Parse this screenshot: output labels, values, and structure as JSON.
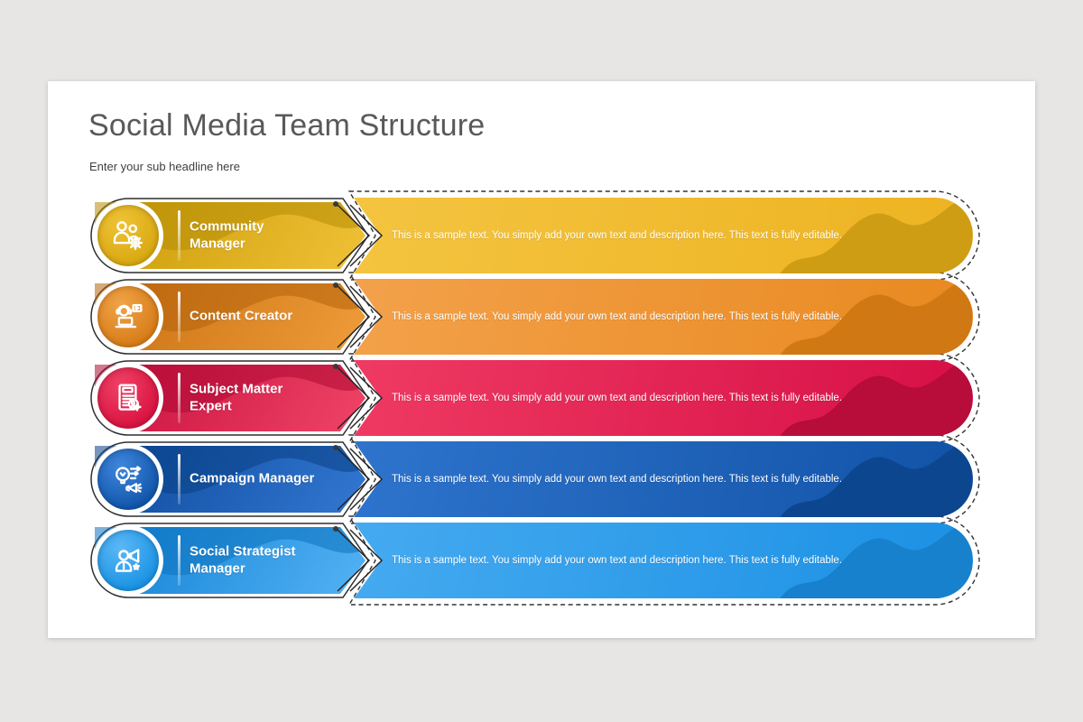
{
  "page_background": "#e7e6e5",
  "slide": {
    "background": "#ffffff",
    "outline_color": "#333333"
  },
  "header": {
    "title": "Social Media Team Structure",
    "subtitle": "Enter your sub headline here",
    "title_color": "#595959"
  },
  "rows": [
    {
      "role": "Community Manager",
      "description": "This is a sample text. You simply add your own text and description here. This text is fully editable.",
      "icon": "community-manager-icon",
      "colors": {
        "band_from": "#c99b08",
        "band_to": "#f0c136",
        "band_wave": "#b78d06",
        "pill_from": "#f4c440",
        "pill_to": "#edb321",
        "pill_wave": "#cf9d14",
        "circle_base": "#d9a912",
        "circle_light": "#efc337"
      }
    },
    {
      "role": "Content Creator",
      "description": "This is a sample text. You simply add your own text and description here. This text is fully editable.",
      "icon": "content-creator-icon",
      "colors": {
        "band_from": "#c86f10",
        "band_to": "#ef9c3a",
        "band_wave": "#b5620c",
        "pill_from": "#f3a14b",
        "pill_to": "#e8891f",
        "pill_wave": "#d07914",
        "circle_base": "#d87d18",
        "circle_light": "#f0a348"
      }
    },
    {
      "role": "Subject Matter Expert",
      "description": "This is a sample text. You simply add your own text and description here. This text is fully editable.",
      "icon": "subject-matter-expert-icon",
      "colors": {
        "band_from": "#c60e3e",
        "band_to": "#f04466",
        "band_wave": "#ad0a33",
        "pill_from": "#ef3a63",
        "pill_to": "#d60f46",
        "pill_wave": "#b80c3a",
        "circle_base": "#d91441",
        "circle_light": "#ef4165"
      }
    },
    {
      "role": "Campaign Manager",
      "description": "This is a sample text. You simply add your own text and description here. This text is fully editable.",
      "icon": "campaign-manager-icon",
      "colors": {
        "band_from": "#0d4a9b",
        "band_to": "#3277d2",
        "band_wave": "#0a3f85",
        "pill_from": "#2e74cd",
        "pill_to": "#1152a6",
        "pill_wave": "#0c468f",
        "circle_base": "#1257ab",
        "circle_light": "#3f86dd"
      }
    },
    {
      "role": "Social Strategist Manager",
      "description": "This is a sample text. You simply add your own text and description here. This text is fully editable.",
      "icon": "social-strategist-manager-icon",
      "colors": {
        "band_from": "#0f80d4",
        "band_to": "#54b2f4",
        "band_wave": "#0d73bd",
        "pill_from": "#45aaf0",
        "pill_to": "#1b90e4",
        "pill_wave": "#1781cd",
        "circle_base": "#1b93e4",
        "circle_light": "#5cb8f6"
      }
    }
  ]
}
